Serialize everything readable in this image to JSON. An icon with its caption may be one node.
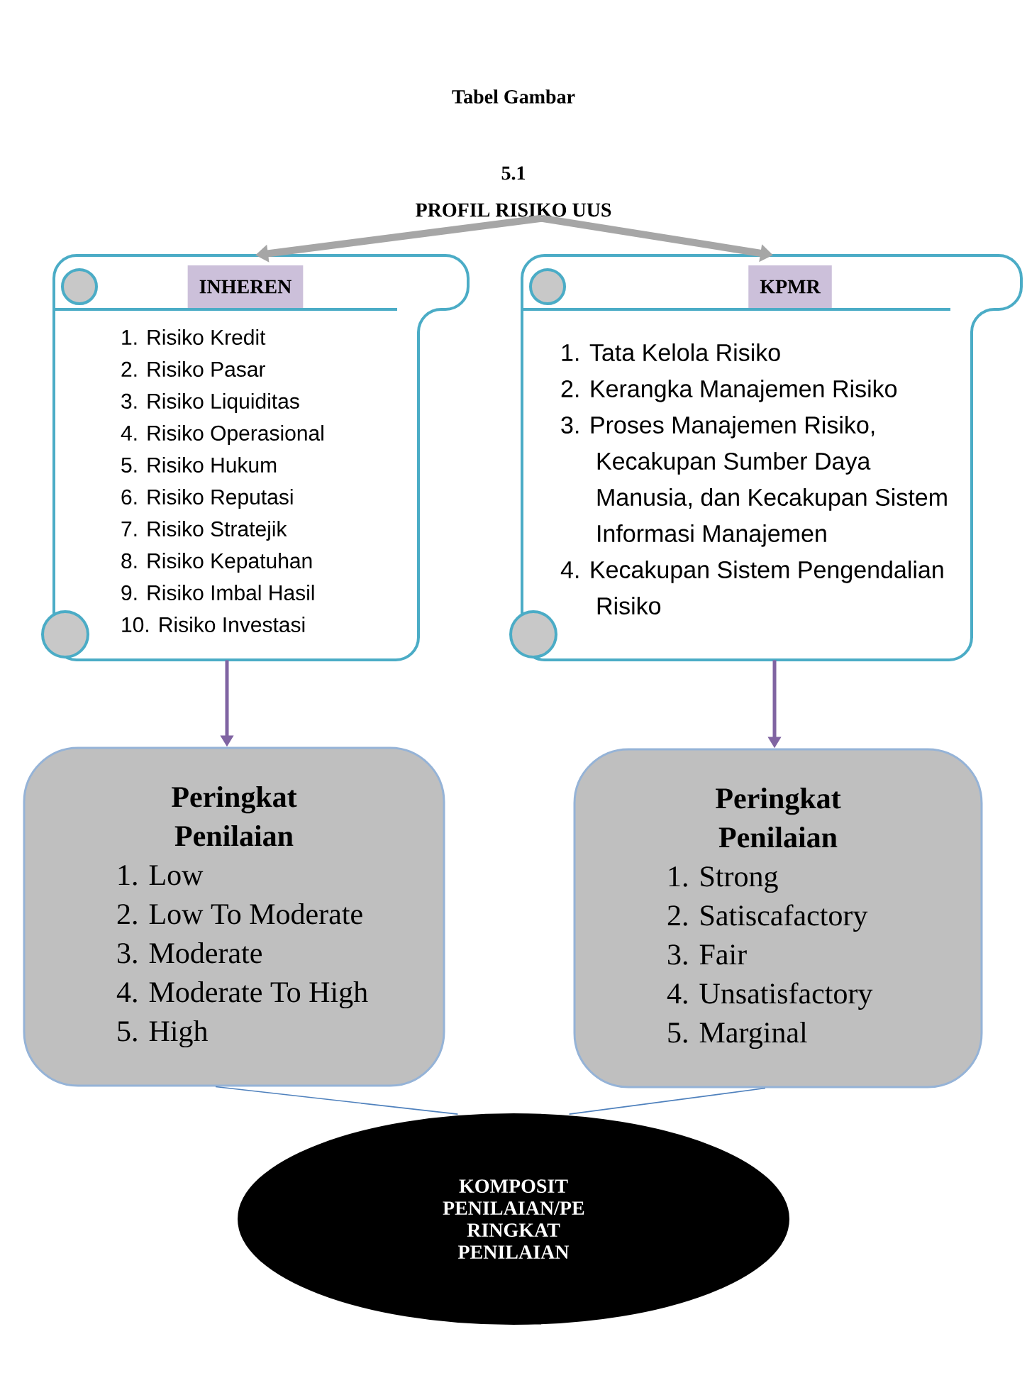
{
  "diagram": {
    "title": "Tabel Gambar",
    "nodes": [
      {
        "text": [
          "PROFIL RISIKO UUS"
        ]
      },
      {
        "text": [
          "INHEREN",
          "1. Risiko Kredit",
          "2. Risiko Pasar",
          "3. Risiko Liquiditas",
          "4. Risiko Operasional",
          "5. Risiko Hukum",
          "6. Risiko Reputasi",
          "7. Risiko Stratejik",
          "8. Risiko Kepatuhan",
          "9. Risiko Imbal Hasil",
          "10. Risiko Investasi"
        ]
      },
      {
        "text": [
          "KPMR",
          "1. Tata Kelola Risiko",
          "2. Kerangka Manajemen Risiko",
          "3. Proses Manajemen Risiko, Kecakupan Sumber Daya Manusia, dan Kecakupan Sistem Informasi Manajemen",
          "4. Kecakupan Sistem Pengendalian Risiko"
        ]
      },
      {
        "text": [
          "Peringkat Penilaian",
          "1. Low",
          "2. Low To Moderate",
          "3. Moderate",
          "4. Moderate To High",
          "5. High"
        ]
      },
      {
        "text": [
          "Peringkat Penilaian",
          "1. Strong",
          "2. Satiscafactory",
          "3. Fair",
          "4. Unsatisfactory",
          "5. Marginal"
        ]
      },
      {
        "text": [
          "KOMPOSIT PENILAIAN/PE RINGKAT PENILAIAN"
        ]
      }
    ],
    "edges": [
      {
        "from": 0,
        "to": 1,
        "arrow": "to",
        "style": "thick",
        "color": "#a6a6a6"
      },
      {
        "from": 0,
        "to": 2,
        "arrow": "to",
        "style": "thick",
        "color": "#a6a6a6"
      },
      {
        "from": 1,
        "to": 3,
        "arrow": "to",
        "color": "#8064a2"
      },
      {
        "from": 2,
        "to": 4,
        "arrow": "to",
        "color": "#8064a2"
      },
      {
        "from": 3,
        "to": 5,
        "arrow": "none",
        "color": "#4f81bd"
      },
      {
        "from": 4,
        "to": 5,
        "arrow": "none",
        "color": "#4f81bd"
      }
    ],
    "labels": [
      "5.1"
    ]
  }
}
